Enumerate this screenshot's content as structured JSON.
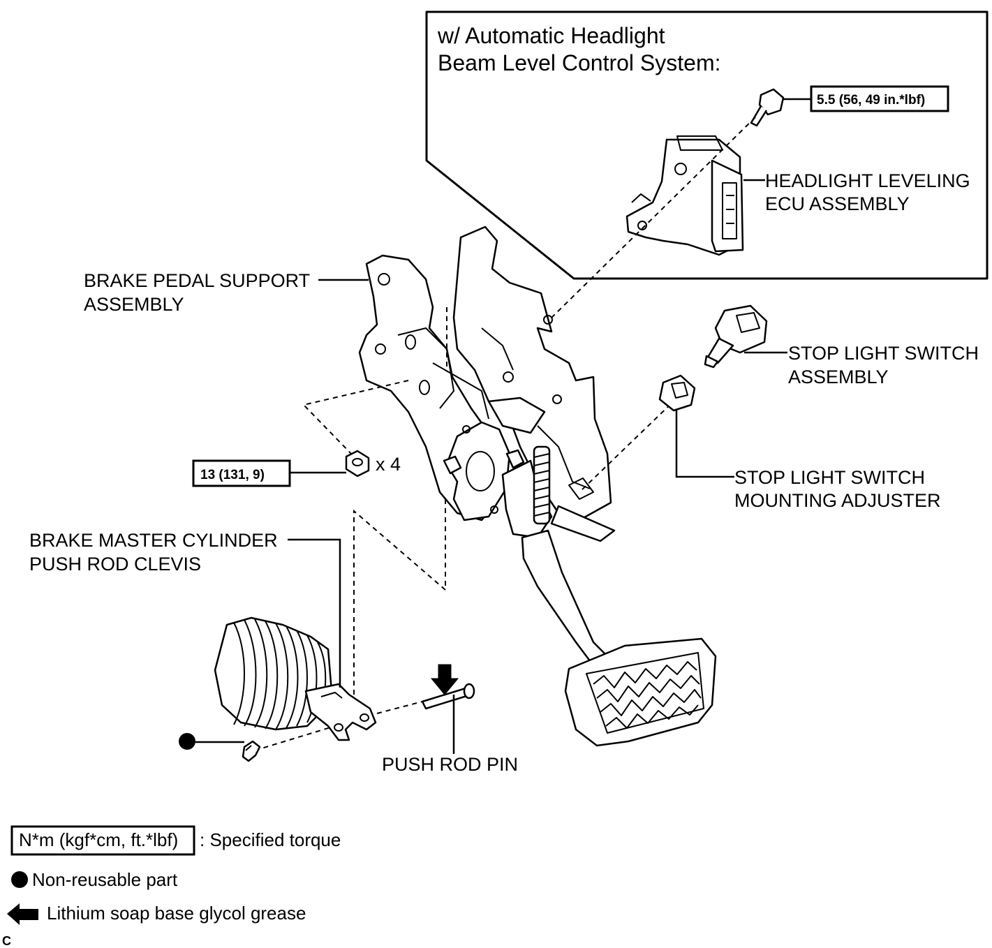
{
  "inset": {
    "title_line1": "w/ Automatic Headlight",
    "title_line2": "Beam Level Control System:"
  },
  "labels": {
    "ecu_line1": "HEADLIGHT LEVELING",
    "ecu_line2": "ECU ASSEMBLY",
    "support_line1": "BRAKE PEDAL SUPPORT",
    "support_line2": "ASSEMBLY",
    "stop_switch_line1": "STOP LIGHT SWITCH",
    "stop_switch_line2": "ASSEMBLY",
    "adjuster_line1": "STOP LIGHT SWITCH",
    "adjuster_line2": "MOUNTING ADJUSTER",
    "clevis_line1": "BRAKE MASTER CYLINDER",
    "clevis_line2": "PUSH ROD CLEVIS",
    "push_rod_pin": "PUSH ROD PIN",
    "nut_quantity": "x 4"
  },
  "torques": {
    "ecu_bolt": "5.5 (56, 49 in.*lbf)",
    "nut": "13 (131, 9)"
  },
  "legend": {
    "torque_box": "N*m (kgf*cm, ft.*lbf)",
    "torque_desc": ": Specified torque",
    "non_reusable": "Non-reusable part",
    "grease": "Lithium soap base glycol grease",
    "corner_mark": "C"
  },
  "icons": {
    "non_reusable": "filled-circle-icon",
    "grease": "left-arrow-icon"
  }
}
